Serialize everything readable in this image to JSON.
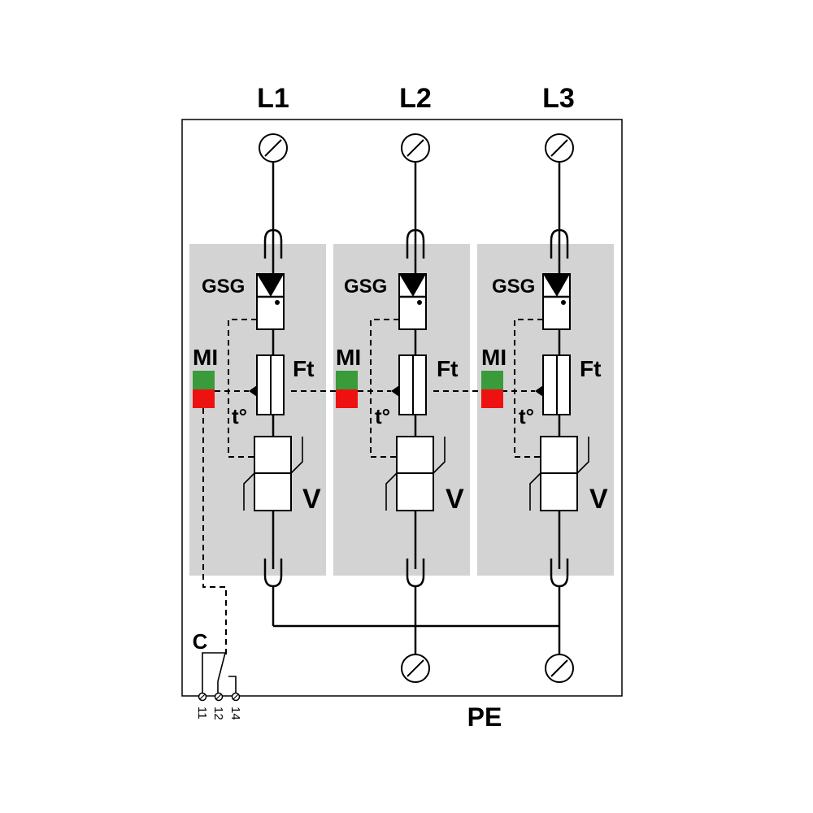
{
  "phases": [
    {
      "label": "L1",
      "gsg": "GSG",
      "mi": "MI",
      "ft": "Ft",
      "temp": "t°",
      "v": "V"
    },
    {
      "label": "L2",
      "gsg": "GSG",
      "mi": "MI",
      "ft": "Ft",
      "temp": "t°",
      "v": "V"
    },
    {
      "label": "L3",
      "gsg": "GSG",
      "mi": "MI",
      "ft": "Ft",
      "temp": "t°",
      "v": "V"
    }
  ],
  "ground_label": "PE",
  "contact": {
    "label": "C",
    "terminals": [
      "11",
      "12",
      "14"
    ]
  },
  "colors": {
    "module_fill": "#d3d3d3",
    "indicator_ok": "#3a9b3a",
    "indicator_fault": "#ee1111",
    "line": "#000000"
  }
}
